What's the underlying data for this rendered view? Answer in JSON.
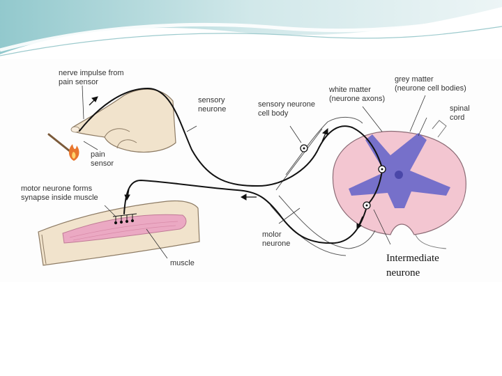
{
  "labels": {
    "nerve_impulse": [
      "nerve impulse from",
      "pain sensor"
    ],
    "pain_sensor": [
      "pain",
      "sensor"
    ],
    "sensory_neurone": [
      "sensory",
      "neurone"
    ],
    "sensory_cell_body": [
      "sensory neurone",
      "cell body"
    ],
    "white_matter": [
      "white matter",
      "(neurone axons)"
    ],
    "grey_matter": [
      "grey matter",
      "(neurone cell bodies)"
    ],
    "spinal_cord": [
      "spinal",
      "cord"
    ],
    "motor_synapse": [
      "motor neurone forms",
      "synapse inside muscle"
    ],
    "motor_neurone": [
      "molor",
      "neurone"
    ],
    "muscle": "muscle",
    "intermediate": [
      "Intermediate",
      "neurone"
    ]
  },
  "colors": {
    "header_teal": "#a9d4d6",
    "skin": "#f1e3cc",
    "skin_outline": "#8c7a63",
    "muscle": "#eba9c3",
    "white_matter": "#f3c6d1",
    "grey_matter": "#6f6bc9",
    "flame": "#e8762d"
  }
}
